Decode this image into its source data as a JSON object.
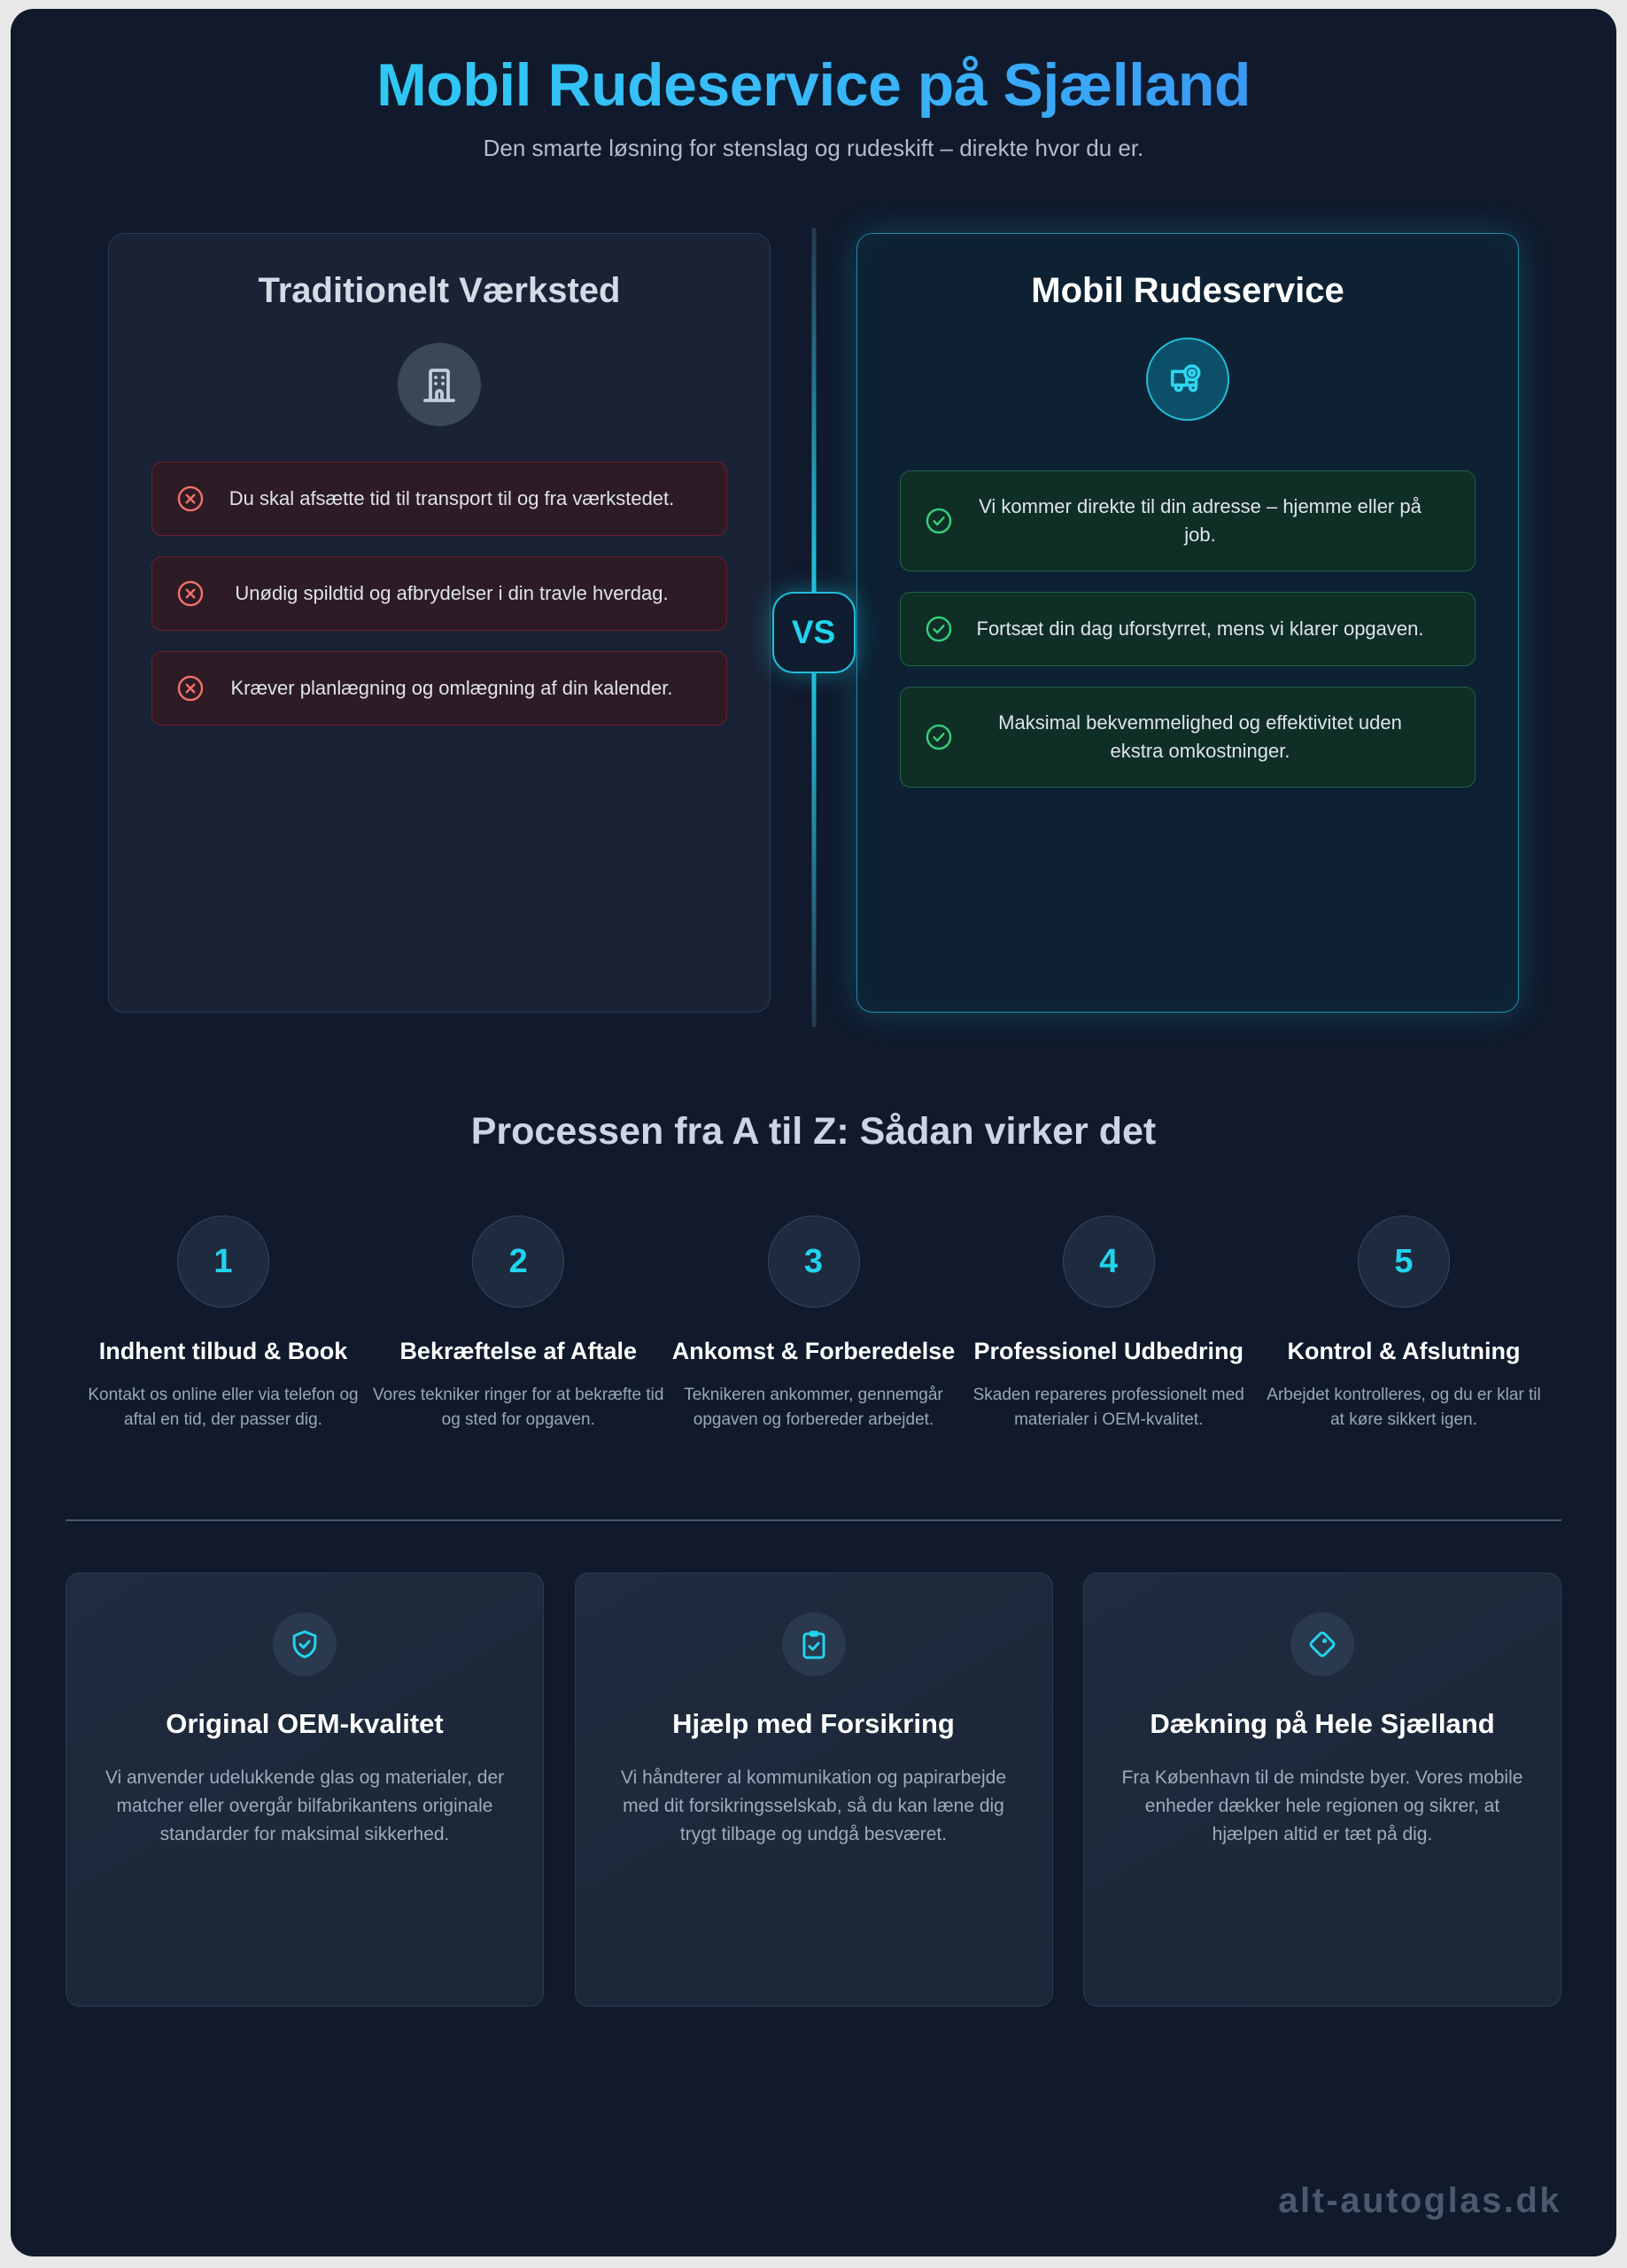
{
  "header": {
    "title": "Mobil Rudeservice på Sjælland",
    "subtitle": "Den smarte løsning for stenslag og rudeskift – direkte hvor du er."
  },
  "comparison": {
    "vs_label": "VS",
    "traditional": {
      "title": "Traditionelt Værksted",
      "icon": "building-icon",
      "items": [
        "Du skal afsætte tid til transport til og fra værkstedet.",
        "Unødig spildtid og afbrydelser i din travle hverdag.",
        "Kræver planlægning og omlægning af din kalender."
      ]
    },
    "mobile": {
      "title": "Mobil Rudeservice",
      "icon": "mobile-van-location-icon",
      "items": [
        "Vi kommer direkte til din adresse – hjemme eller på job.",
        "Fortsæt din dag uforstyrret, mens vi klarer opgaven.",
        "Maksimal bekvemmelighed og effektivitet uden ekstra omkostninger."
      ]
    }
  },
  "process": {
    "heading": "Processen fra A til Z: Sådan virker det",
    "steps": [
      {
        "number": "1",
        "title": "Indhent tilbud & Book",
        "desc": "Kontakt os online eller via telefon og aftal en tid, der passer dig."
      },
      {
        "number": "2",
        "title": "Bekræftelse af Aftale",
        "desc": "Vores tekniker ringer for at bekræfte tid og sted for opgaven."
      },
      {
        "number": "3",
        "title": "Ankomst & Forberedelse",
        "desc": "Teknikeren ankommer, gennemgår opgaven og forbereder arbejdet."
      },
      {
        "number": "4",
        "title": "Professionel Udbedring",
        "desc": "Skaden repareres professionelt med materialer i OEM-kvalitet."
      },
      {
        "number": "5",
        "title": "Kontrol & Afslutning",
        "desc": "Arbejdet kontrolleres, og du er klar til at køre sikkert igen."
      }
    ]
  },
  "benefits": [
    {
      "icon": "shield-check-icon",
      "title": "Original OEM-kvalitet",
      "desc": "Vi anvender udelukkende glas og materialer, der matcher eller overgår bilfabrikantens originale standarder for maksimal sikkerhed."
    },
    {
      "icon": "clipboard-check-icon",
      "title": "Hjælp med Forsikring",
      "desc": "Vi håndterer al kommunikation og papirarbejde med dit forsikringsselskab, så du kan læne dig trygt tilbage og undgå besværet."
    },
    {
      "icon": "diamond-icon",
      "title": "Dækning på Hele Sjælland",
      "desc": "Fra København til de mindste byer. Vores mobile enheder dækker hele regionen og sikrer, at hjælpen altid er tæt på dig."
    }
  ],
  "watermark": "alt-autoglas.dk",
  "colors": {
    "accent_cyan": "#22d3ee",
    "accent_blue": "#3b82f6",
    "negative_red": "#f0716a",
    "positive_green": "#34d07c",
    "page_bg": "#101a2c"
  }
}
